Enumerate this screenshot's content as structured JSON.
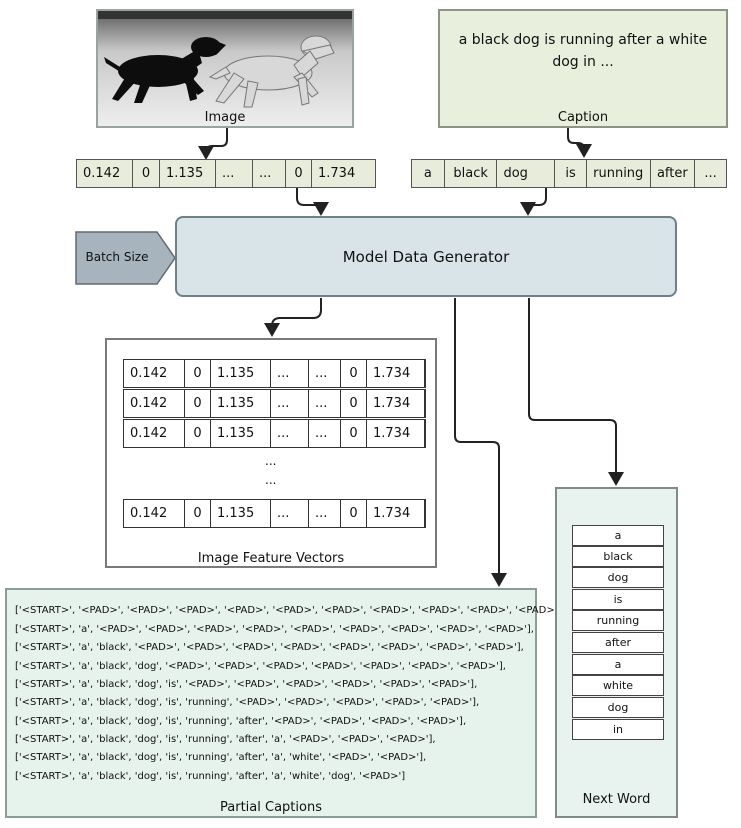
{
  "image_panel": {
    "label": "Image"
  },
  "caption_panel": {
    "label": "Caption",
    "text": "a black dog is running after a white dog in ..."
  },
  "feature_vector": [
    "0.142",
    "0",
    "1.135",
    "...",
    "...",
    "0",
    "1.734"
  ],
  "caption_tokens": [
    "a",
    "black",
    "dog",
    "is",
    "running",
    "after",
    "..."
  ],
  "batch_size_label": "Batch Size",
  "generator_label": "Model Data Generator",
  "features_panel": {
    "label": "Image Feature Vectors",
    "rows": [
      [
        "0.142",
        "0",
        "1.135",
        "...",
        "...",
        "0",
        "1.734"
      ],
      [
        "0.142",
        "0",
        "1.135",
        "...",
        "...",
        "0",
        "1.734"
      ],
      [
        "0.142",
        "0",
        "1.135",
        "...",
        "...",
        "0",
        "1.734"
      ]
    ],
    "ellipsis": [
      "...",
      "..."
    ],
    "last_row": [
      "0.142",
      "0",
      "1.135",
      "...",
      "...",
      "0",
      "1.734"
    ]
  },
  "partial_captions": {
    "label": "Partial Captions",
    "lines": [
      "['<START>', '<PAD>', '<PAD>', '<PAD>', '<PAD>', '<PAD>', '<PAD>', '<PAD>', '<PAD>', '<PAD>', '<PAD>'],",
      "['<START>', 'a', '<PAD>', '<PAD>', '<PAD>', '<PAD>', '<PAD>', '<PAD>', '<PAD>', '<PAD>', '<PAD>'],",
      "['<START>', 'a', 'black', '<PAD>', '<PAD>', '<PAD>', '<PAD>', '<PAD>', '<PAD>', '<PAD>', '<PAD>'],",
      "['<START>', 'a', 'black', 'dog', '<PAD>', '<PAD>', '<PAD>', '<PAD>', '<PAD>', '<PAD>', '<PAD>'],",
      "['<START>', 'a', 'black', 'dog', 'is', '<PAD>', '<PAD>', '<PAD>', '<PAD>', '<PAD>', '<PAD>'],",
      "['<START>', 'a', 'black', 'dog', 'is', 'running', '<PAD>', '<PAD>', '<PAD>', '<PAD>', '<PAD>'],",
      "['<START>', 'a', 'black', 'dog', 'is', 'running', 'after', '<PAD>', '<PAD>', '<PAD>', '<PAD>'],",
      "['<START>', 'a', 'black', 'dog', 'is', 'running', 'after', 'a', '<PAD>', '<PAD>', '<PAD>'],",
      "['<START>', 'a', 'black', 'dog', 'is', 'running', 'after', 'a', 'white', '<PAD>', '<PAD>'],",
      "['<START>', 'a', 'black', 'dog', 'is', 'running', 'after', 'a', 'white', 'dog', '<PAD>']"
    ]
  },
  "next_word": {
    "label": "Next Word",
    "words": [
      "a",
      "black",
      "dog",
      "is",
      "running",
      "after",
      "a",
      "white",
      "dog",
      "in"
    ]
  }
}
